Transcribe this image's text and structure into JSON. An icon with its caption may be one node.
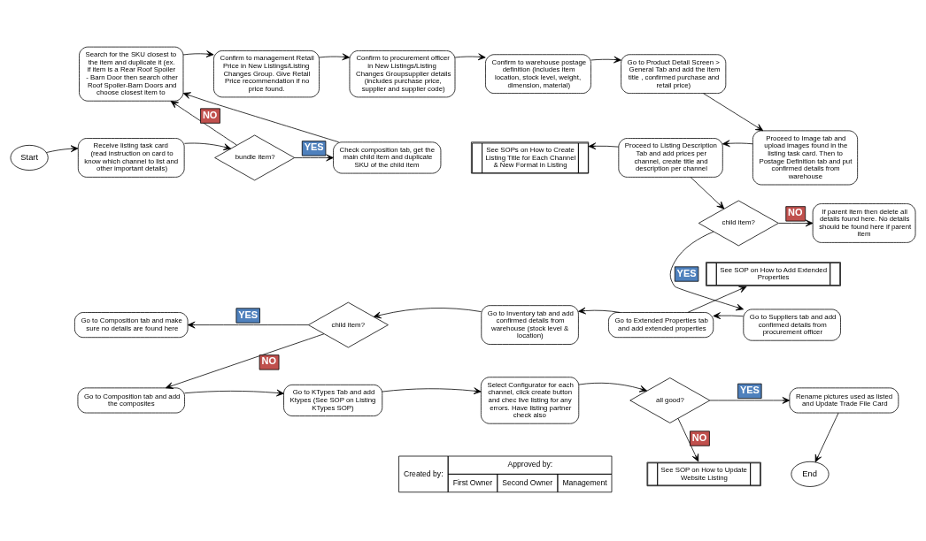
{
  "diagram": {
    "nodes": [
      {
        "text": [
          "Start"
        ]
      },
      {
        "text": [
          "Receive listing task card (read instruction on card to know which channel to list and other important details)"
        ]
      },
      {
        "text": [
          "bundle item?"
        ]
      },
      {
        "text": [
          "Search for the SKU closest to the item and duplicate it (ex. if item is a Rear Roof Spoiler - Barn Door then search other Roof Spoiler-Barn Doors and choose closest item to"
        ]
      },
      {
        "text": [
          "Confirm to management Retail Price in New Listings/Listing Changes Group. Give Retail Price recommendation if no price found."
        ]
      },
      {
        "text": [
          "Confirm to procurement officer in New Listings/Listing Changes Groupsupplier details (includes purchase price, supplier and supplier code)"
        ]
      },
      {
        "text": [
          "Confirm to warehouse postage definition (includes item location, stock level, weight, dimension, material)"
        ]
      },
      {
        "text": [
          "Go to Product Detail Screen > General Tab and add the item title , confirmed purchase and retail price)"
        ]
      },
      {
        "text": [
          "Check composition tab, get the main child item and duplicate SKU of the child item"
        ]
      },
      {
        "text": [
          "Proceed to Image tab and upload images found in the listing task card. Then to Postage Definition tab and put confirmed details from warehouse"
        ]
      },
      {
        "text": [
          "Proceed to Listing Description Tab and add prices per channel, create title and description per channel"
        ]
      },
      {
        "text": [
          "See SOPs on How to Create Listing Title for Each Channel & New Format in Listing"
        ]
      },
      {
        "text": [
          "child item?"
        ]
      },
      {
        "text": [
          "If parent item then delete all details found here. No details should be found here if parent item"
        ]
      },
      {
        "text": [
          "Go to Suppliers tab and add confirmed details from procurement officer"
        ]
      },
      {
        "text": [
          "Go to Extended Properties tab and add extended properties"
        ]
      },
      {
        "text": [
          "See SOP on How to Add Extended Properties"
        ]
      },
      {
        "text": [
          "Go to Inventory tab and add confirmed details from warehouse (stock level & location)"
        ]
      },
      {
        "text": [
          "child item?"
        ]
      },
      {
        "text": [
          "Go to Composition tab and make sure no details are found here"
        ]
      },
      {
        "text": [
          "Go to Composition tab and add the composites"
        ]
      },
      {
        "text": [
          "Go to KTypes Tab and add Ktypes (See SOP on Listing KTypes SOP)"
        ]
      },
      {
        "text": [
          "Select Configurator for each channel, click create button and chec live listing for any errors. Have listing partner check also"
        ]
      },
      {
        "text": [
          "all good?"
        ]
      },
      {
        "text": [
          "Rename pictures used as listed and Update Trade File Card"
        ]
      },
      {
        "text": [
          "See SOP on How to Update Website Listing"
        ]
      },
      {
        "text": [
          "End"
        ]
      }
    ],
    "edges": [
      {
        "from": 0,
        "to": 1,
        "arrow": "to"
      },
      {
        "from": 1,
        "to": 2,
        "arrow": "to"
      },
      {
        "from": 2,
        "to": 3,
        "arrow": "to",
        "label": "NO"
      },
      {
        "from": 2,
        "to": 8,
        "arrow": "to",
        "label": "YES"
      },
      {
        "from": 8,
        "to": 3,
        "arrow": "to"
      },
      {
        "from": 3,
        "to": 4,
        "arrow": "to"
      },
      {
        "from": 4,
        "to": 5,
        "arrow": "to"
      },
      {
        "from": 5,
        "to": 6,
        "arrow": "to"
      },
      {
        "from": 6,
        "to": 7,
        "arrow": "to"
      },
      {
        "from": 7,
        "to": 9,
        "arrow": "to"
      },
      {
        "from": 9,
        "to": 10,
        "arrow": "to"
      },
      {
        "from": 10,
        "to": 11,
        "arrow": "to"
      },
      {
        "from": 10,
        "to": 12,
        "arrow": "to"
      },
      {
        "from": 12,
        "to": 13,
        "arrow": "to",
        "label": "NO"
      },
      {
        "from": 12,
        "to": 14,
        "arrow": "to",
        "label": "YES"
      },
      {
        "from": 14,
        "to": 15,
        "arrow": "to"
      },
      {
        "from": 15,
        "to": 16,
        "arrow": "to"
      },
      {
        "from": 15,
        "to": 17,
        "arrow": "to"
      },
      {
        "from": 17,
        "to": 18,
        "arrow": "to"
      },
      {
        "from": 18,
        "to": 19,
        "arrow": "to",
        "label": "YES"
      },
      {
        "from": 18,
        "to": 20,
        "arrow": "to",
        "label": "NO"
      },
      {
        "from": 20,
        "to": 21,
        "arrow": "to"
      },
      {
        "from": 21,
        "to": 22,
        "arrow": "to"
      },
      {
        "from": 22,
        "to": 23,
        "arrow": "to"
      },
      {
        "from": 23,
        "to": 24,
        "arrow": "to",
        "label": "YES"
      },
      {
        "from": 23,
        "to": 25,
        "arrow": "to",
        "label": "NO"
      },
      {
        "from": 24,
        "to": 26,
        "arrow": "to"
      }
    ],
    "labels": [
      "Created by:",
      "Approved by:",
      "First Owner",
      "Second Owner",
      "Management"
    ]
  }
}
